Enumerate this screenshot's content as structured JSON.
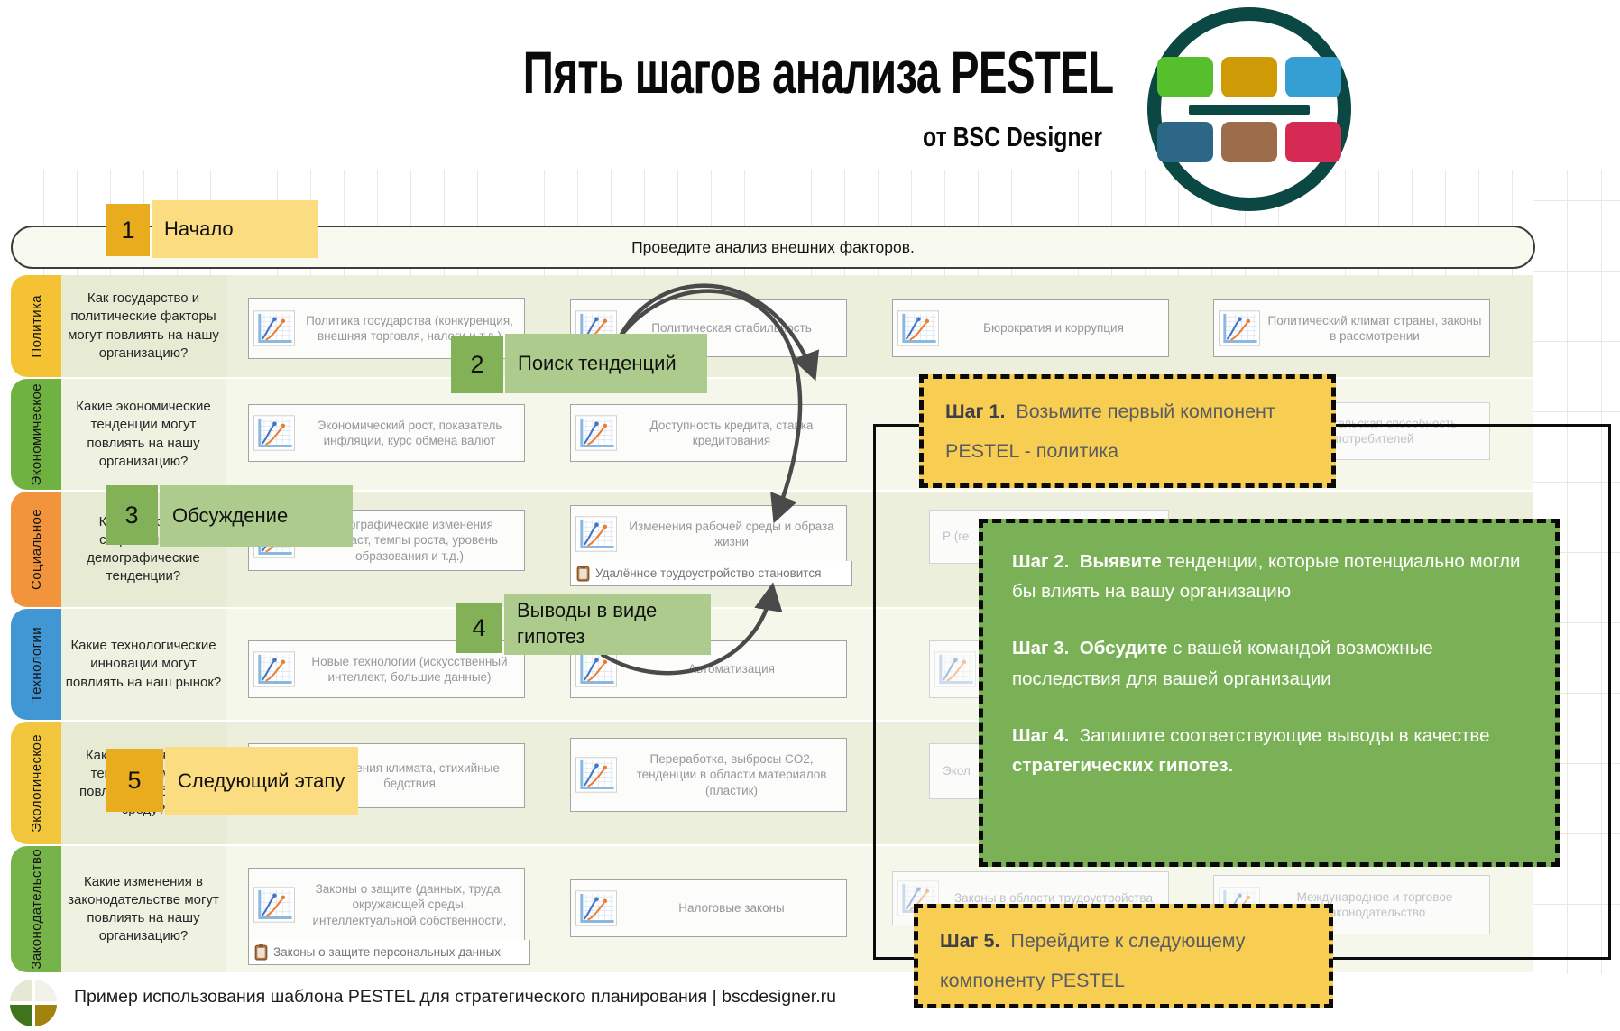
{
  "title": "Пять шагов анализа PESTEL",
  "subtitle": "от BSC Designer",
  "banner": "Проведите анализ внешних факторов.",
  "footer": "Пример использования шаблона PESTEL для стратегического планирования | bscdesigner.ru",
  "icons": {
    "card": "chart-icon",
    "attachment": "clipboard-icon",
    "brand": "bsc-designer-logo",
    "footer_brand": "quadrant-circle-logo"
  },
  "colors": {
    "callout_yellow_num": "#E9AC1F",
    "callout_yellow_label": "#FBDC80",
    "callout_green_num": "#82B158",
    "callout_green_label": "#AECB8E",
    "step_yellow_bg": "#F7CD52",
    "step_green_bg": "#7BB156",
    "frame": "#0c0c0c",
    "logo_ring": "#0B4743",
    "logo_blocks_top": [
      "#55BF2C",
      "#CE9B06",
      "#359FD3"
    ],
    "logo_blocks_bottom": [
      "#2C6787",
      "#9C6C4B",
      "#D42A53"
    ]
  },
  "callouts": [
    {
      "num": "1",
      "label": "Начало",
      "scheme": "yellow"
    },
    {
      "num": "2",
      "label": "Поиск тенденций",
      "scheme": "green"
    },
    {
      "num": "3",
      "label": "Обсуждение",
      "scheme": "green"
    },
    {
      "num": "4",
      "label": "Выводы в виде гипотез",
      "scheme": "green"
    },
    {
      "num": "5",
      "label": "Следующий этапу",
      "scheme": "yellow"
    }
  ],
  "steps": {
    "step1": {
      "title": "Шаг 1.",
      "text": "Возьмите первый компонент PESTEL - политика"
    },
    "step2": {
      "title": "Шаг 2.",
      "lead": "Выявите",
      "text": "тенденции, которые потенциально могли бы влиять на вашу организацию"
    },
    "step3": {
      "title": "Шаг 3.",
      "lead": "Обсудите",
      "text": "с вашей командой возможные последствия для вашей организации"
    },
    "step4": {
      "title": "Шаг 4.",
      "text": "Запишите соответствующие выводы в качестве",
      "bold_tail": "стратегических гипотез."
    },
    "step5": {
      "title": "Шаг  5.",
      "text": "Перейдите к следующему компоненту PESTEL"
    }
  },
  "rows": [
    {
      "label": "Политика",
      "color": "#F5C233",
      "question": "Как государство и политические факторы могут повлиять на нашу организацию?",
      "cards": {
        "c1": {
          "text": "Политика государства (конкуренция, внешняя торговля, налоги и т.д.)"
        },
        "c2": {
          "text": "Политическая стабильность"
        },
        "c3": {
          "text": "Бюрократия и коррупция"
        },
        "c4": {
          "text": "Политический климат страны, законы в рассмотрении"
        }
      }
    },
    {
      "label": "Экономическое",
      "color": "#6FB242",
      "question": "Какие экономические тенденции могут повлиять на нашу организацию?",
      "cards": {
        "c1": {
          "text": "Экономический рост, показатель инфляции, курс обмена валют"
        },
        "c2": {
          "text": "Доступность кредита, ставка кредитования"
        },
        "c4": {
          "text": "Покупательская способность потребителей"
        }
      }
    },
    {
      "label": "Социальное",
      "color": "#F2943B",
      "question": "Каковы новые социальные и демографические тенденции?",
      "cards": {
        "c1": {
          "text": "Демографические изменения (возраст, темпы роста, уровень образования и т.д.)"
        },
        "c2": {
          "text": "Изменения рабочей среды и образа жизни",
          "sub": "Удалённое трудоустройство становится"
        },
        "c3": {
          "text": "Р (ге"
        }
      }
    },
    {
      "label": "Технологии",
      "color": "#4097D3",
      "question": "Какие технологические инновации могут повлиять на наш рынок?",
      "cards": {
        "c1": {
          "text": "Новые технологии (искусственный интеллект, большие данные)"
        },
        "c2": {
          "text": "Автоматизация"
        },
        "c3": {
          "text": ""
        }
      }
    },
    {
      "label": "Экологическое",
      "color": "#F2C63C",
      "question": "Как экологические тенденции могут повлиять на бизнес-среду?",
      "cards": {
        "c1": {
          "text": "Изменения климата, стихийные бедствия"
        },
        "c2": {
          "text": "Переработка, выбросы CO2, тенденции в области материалов (пластик)"
        },
        "c3": {
          "text": "Экол"
        }
      }
    },
    {
      "label": "Законодательство",
      "color": "#76B449",
      "question": "Какие изменения в законодательстве могут повлиять на нашу организацию?",
      "cards": {
        "c1": {
          "text": "Законы о защите (данных, труда, окружающей среды, интеллектуальной собственности,",
          "sub": "Законы о защите персональных данных"
        },
        "c2": {
          "text": "Налоговые законы"
        },
        "c3": {
          "text": "Законы в области трудоустройства"
        },
        "c4": {
          "text": "Международное и торговое законодательство"
        }
      }
    }
  ]
}
